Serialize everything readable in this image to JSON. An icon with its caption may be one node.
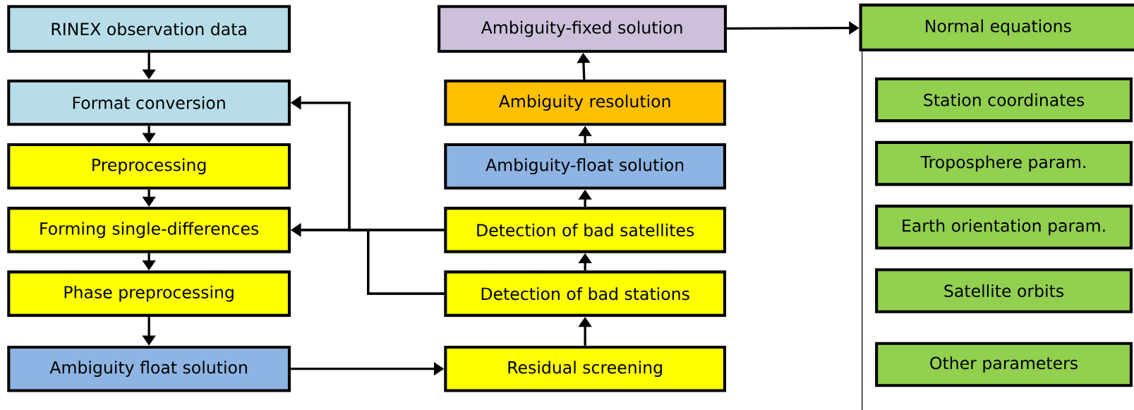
{
  "diagram": {
    "nodes": [
      {
        "text": [
          "RINEX observation data"
        ]
      },
      {
        "text": [
          "Format conversion"
        ]
      },
      {
        "text": [
          "Preprocessing"
        ]
      },
      {
        "text": [
          "Forming single-differences"
        ]
      },
      {
        "text": [
          "Phase preprocessing"
        ]
      },
      {
        "text": [
          "Ambiguity float solution"
        ]
      },
      {
        "text": [
          "Ambiguity-fixed solution"
        ]
      },
      {
        "text": [
          "Ambiguity resolution"
        ]
      },
      {
        "text": [
          "Ambiguity-float solution"
        ]
      },
      {
        "text": [
          "Detection of bad satellites"
        ]
      },
      {
        "text": [
          "Detection of bad stations"
        ]
      },
      {
        "text": [
          "Residual screening"
        ]
      },
      {
        "text": [
          "Normal equations"
        ]
      },
      {
        "text": [
          "Station coordinates"
        ]
      },
      {
        "text": [
          "Troposphere param."
        ]
      },
      {
        "text": [
          "Earth orientation param."
        ]
      },
      {
        "text": [
          "Satellite orbits"
        ]
      },
      {
        "text": [
          "Other parameters"
        ]
      }
    ],
    "edges": [
      {
        "from": 0,
        "to": 1,
        "arrow": "to"
      },
      {
        "from": 1,
        "to": 2,
        "arrow": "to"
      },
      {
        "from": 2,
        "to": 3,
        "arrow": "to"
      },
      {
        "from": 3,
        "to": 4,
        "arrow": "to"
      },
      {
        "from": 4,
        "to": 5,
        "arrow": "to"
      },
      {
        "from": 5,
        "to": 11,
        "arrow": "to"
      },
      {
        "from": 11,
        "to": 10,
        "arrow": "to"
      },
      {
        "from": 10,
        "to": 9,
        "arrow": "to"
      },
      {
        "from": 9,
        "to": 8,
        "arrow": "to"
      },
      {
        "from": 8,
        "to": 7,
        "arrow": "to"
      },
      {
        "from": 7,
        "to": 6,
        "arrow": "to"
      },
      {
        "from": 6,
        "to": 12,
        "arrow": "to"
      },
      {
        "from": 9,
        "to": 1,
        "arrow": "to"
      },
      {
        "from": 9,
        "to": 3,
        "arrow": "to"
      },
      {
        "from": 10,
        "to": 3,
        "arrow": "to"
      },
      {
        "from": 10,
        "to": 1,
        "arrow": "to"
      }
    ]
  }
}
